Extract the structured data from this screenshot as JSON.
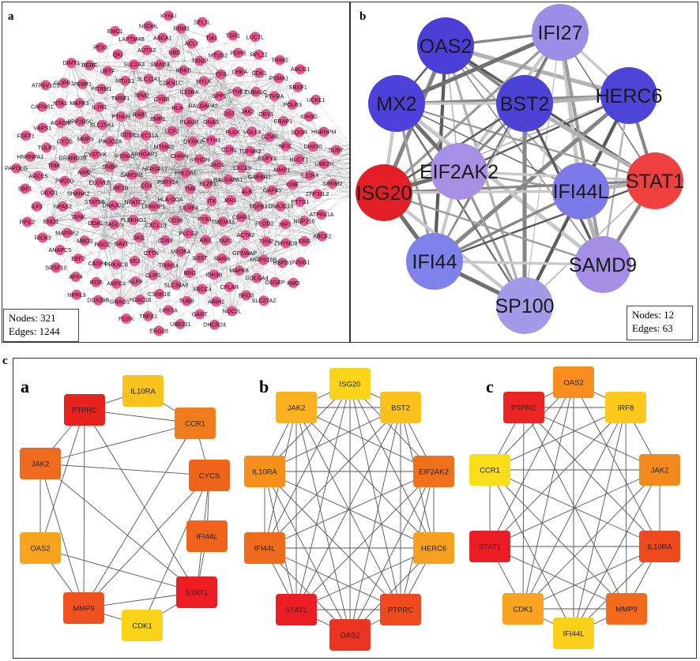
{
  "panel_a": {
    "label": "a",
    "genes": [
      "PHLDA1",
      "P2RY14",
      "CHAIN",
      "TMF",
      "NFRSF17",
      "SYHOH",
      "HLA-DOA",
      "MTMR2",
      "BLZF1",
      "CD4",
      "DYRK2",
      "LILRB4",
      "ARHGAP1",
      "JAG1",
      "LRRFIP1",
      "LCP2",
      "ITK",
      "SAMSN1",
      "CYTH1",
      "CD38",
      "CLEC11A",
      "RALGAPA1",
      "NFATC2",
      "PLAUR",
      "FYB1",
      "PTPRC",
      "CCR1",
      "CXCL13",
      "EMP1",
      "MR1",
      "UBE2B",
      "GNAS",
      "PLCG2",
      "CD53",
      "CXCL9",
      "PLEKHG2",
      "HLA-",
      "TMEM43",
      "SNBP",
      "PLEK",
      "CD63",
      "RAB1",
      "ALB",
      "DNAJC2",
      "RALGAPA2",
      "ABI1",
      "PIK3C2A",
      "TGFBR2",
      "SKIL",
      "CYBB",
      "C3AR1",
      "ELOVL5",
      "DST",
      "MYO5A",
      "PTHLH",
      "GABBR1",
      "TAGLN",
      "IL10RA",
      "TAP1",
      "CYSTYK",
      "VGLL4",
      "CTTN",
      "TPM2",
      "TGFB3",
      "STAT5B",
      "SPP1",
      "IL6ST",
      "SLC25A1",
      "RUFY2",
      "SAV1",
      "CDKN1C",
      "ACTA2",
      "AIM2",
      "JAK2",
      "TRIM14",
      "TMSF1",
      "GAP43",
      "DDA1",
      "MYLK",
      "RARA",
      "MMP9",
      "GZMB",
      "VEJ",
      "SLC11A1",
      "PLOD2",
      "SHANK2",
      "SYNE2",
      "BIN1",
      "IL1R1",
      "AIMP1",
      "RGCC",
      "KBKB",
      "GFSWAP",
      "GRAMD2B",
      "CRY1",
      "CLIP1",
      "MTUS1",
      "DNAJC13",
      "TANK",
      "EFS",
      "IDH3B",
      "PPP2R5C",
      "NFIC",
      "PRKACB",
      "SMAD3",
      "TXN2",
      "PM20D",
      "TUBA1C",
      "SLC39A8",
      "PITRM1",
      "GNE",
      "MBD3",
      "TXNIP",
      "MAPK8",
      "CYCS",
      "ERAP1",
      "KLF9",
      "SLC2A3",
      "HIP1",
      "NPAS2",
      "CHKA",
      "XRCC4",
      "MAPK3",
      "NUDT1",
      "CASP4",
      "UBD",
      "MRPS18B",
      "TNIK",
      "PTPRA",
      "CSNK1E",
      "UBTF",
      "PTTG1",
      "MAPRE2",
      "MTUS2",
      "CFLAR",
      "ACADM",
      "SQOR",
      "ARPC4",
      "AUTS2",
      "ZMYND8",
      "DIDO1",
      "CDK1",
      "TUBB",
      "PEBP1",
      "IL11RA",
      "EEF2",
      "ACLY",
      "GOLGA4",
      "TULP3",
      "POLR3",
      "H2AC18",
      "QKI",
      "NUP210",
      "ENO1",
      "PDHB",
      "ARIH2",
      "NTA1",
      "DHX30",
      "IFI35",
      "ABCA1",
      "HSPD1",
      "ARCC5",
      "PSMA1",
      "UPF3A",
      "RERE",
      "ZFP30L2",
      "ANAPC5",
      "TIA1",
      "BRD3",
      "VARS1",
      "IDH3G",
      "GNAO1",
      "LAPTM4B",
      "ERG",
      "ILF3",
      "RPL22",
      "GART",
      "GLIPR1",
      "UBE2H",
      "AFF4",
      "RBM3",
      "OSGEP",
      "HNRNPA1",
      "SRSF1",
      "TNFX1",
      "PEX5",
      "ATP6V1A",
      "RICK3",
      "TSR1",
      "NOC2L",
      "CAPNS1",
      "HNRNPM",
      "DDX39B",
      "NSDHL",
      "INSIG1",
      "SBF1",
      "TRIM2",
      "UBE2J1",
      "DIMT1",
      "SRRM2",
      "SRSF10",
      "SEL1L",
      "SLC27A2",
      "FDFT1",
      "UCKL1",
      "PDXK",
      "EMC1",
      "ABCF2",
      "PPIL2",
      "LUC7L",
      "DHCR24",
      "ATP6V1C1",
      "SUBT",
      "NPRL3",
      "KYNU",
      "KMO",
      "PAPOLG",
      "ABCG1",
      "ERG28"
    ],
    "nodes_text": "Nodes: 321",
    "edges_text": "Edges: 1244",
    "node_color": "#e8558f"
  },
  "panel_b": {
    "label": "b",
    "nodes": [
      {
        "name": "OAS2",
        "color": "#4b3fd8"
      },
      {
        "name": "IFI27",
        "color": "#9c8ee6"
      },
      {
        "name": "HERC6",
        "color": "#4e44d6"
      },
      {
        "name": "MX2",
        "color": "#4d41d9"
      },
      {
        "name": "BST2",
        "color": "#4e42d6"
      },
      {
        "name": "EIF2AK2",
        "color": "#a98fe4"
      },
      {
        "name": "STAT1",
        "color": "#ef4040"
      },
      {
        "name": "ISG20",
        "color": "#e21e26"
      },
      {
        "name": "IFI44L",
        "color": "#7c7ae8"
      },
      {
        "name": "IFI44",
        "color": "#7f82ea"
      },
      {
        "name": "SAMD9",
        "color": "#a48fe4"
      },
      {
        "name": "SP100",
        "color": "#a49ae8"
      }
    ],
    "nodes_text": "Nodes: 12",
    "edges_text": "Edges: 63"
  },
  "panel_c": {
    "label": "c",
    "sub_a": {
      "label": "a",
      "nodes": [
        {
          "name": "PTPRC",
          "color": "#e8231e"
        },
        {
          "name": "IL10RA",
          "color": "#fac21c"
        },
        {
          "name": "CCR1",
          "color": "#f07d1b"
        },
        {
          "name": "JAK2",
          "color": "#ee6a1f"
        },
        {
          "name": "CYCS",
          "color": "#ee6519"
        },
        {
          "name": "IFI44L",
          "color": "#f0631c"
        },
        {
          "name": "OAS2",
          "color": "#f8a41f"
        },
        {
          "name": "MMP9",
          "color": "#f0521f"
        },
        {
          "name": "STAT1",
          "color": "#ed1d24"
        },
        {
          "name": "CDK1",
          "color": "#fbd41a"
        }
      ]
    },
    "sub_b": {
      "label": "b",
      "nodes": [
        {
          "name": "ISG20",
          "color": "#fbd319"
        },
        {
          "name": "JAK2",
          "color": "#fbb21f"
        },
        {
          "name": "BST2",
          "color": "#fbc21c"
        },
        {
          "name": "IL10RA",
          "color": "#f78f1c"
        },
        {
          "name": "EIF2AK2",
          "color": "#f0701b"
        },
        {
          "name": "IFI44L",
          "color": "#ef6b1b"
        },
        {
          "name": "HERC6",
          "color": "#f8a01f"
        },
        {
          "name": "STAT1",
          "color": "#ed1d24"
        },
        {
          "name": "PTPRC",
          "color": "#ef4a1f"
        },
        {
          "name": "OAS2",
          "color": "#ec3422"
        }
      ]
    },
    "sub_c": {
      "label": "c",
      "nodes": [
        {
          "name": "OAS2",
          "color": "#f78d1d"
        },
        {
          "name": "PTPRC",
          "color": "#ec2524"
        },
        {
          "name": "IRF8",
          "color": "#fbc81b"
        },
        {
          "name": "CCR1",
          "color": "#fbde1a"
        },
        {
          "name": "JAK2",
          "color": "#f38a1e"
        },
        {
          "name": "STAT1",
          "color": "#ec1d24"
        },
        {
          "name": "IL10RA",
          "color": "#ee4a1e"
        },
        {
          "name": "CDK1",
          "color": "#f8a21f"
        },
        {
          "name": "MMP9",
          "color": "#f36a1d"
        },
        {
          "name": "IFI44L",
          "color": "#fbd01a"
        }
      ]
    }
  }
}
